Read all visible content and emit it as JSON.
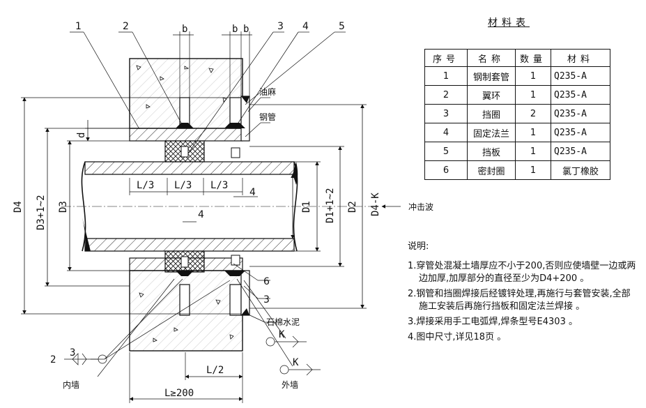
{
  "table": {
    "title": "材料表",
    "headers": [
      "序号",
      "名称",
      "数量",
      "材料"
    ],
    "rows": [
      {
        "no": "1",
        "name": "钢制套管",
        "qty": "1",
        "material": "Q235-A"
      },
      {
        "no": "2",
        "name": "翼环",
        "qty": "1",
        "material": "Q235-A"
      },
      {
        "no": "3",
        "name": "挡圈",
        "qty": "2",
        "material": "Q235-A"
      },
      {
        "no": "4",
        "name": "固定法兰",
        "qty": "1",
        "material": "Q235-A"
      },
      {
        "no": "5",
        "name": "挡板",
        "qty": "1",
        "material": "Q235-A"
      },
      {
        "no": "6",
        "name": "密封圈",
        "qty": "1",
        "material": "氯丁橡胶"
      }
    ]
  },
  "notes": {
    "title": "说明:",
    "items": [
      "1.穿管处混凝土墙厚应不小于200,否则应使墙壁一边或两边加厚,加厚部分的直径至少为D4+200 。",
      "2.钢管和挡圈焊接后经镀锌处理,再施行与套管安装,全部施工安装后再施行挡板和固定法兰焊接 。",
      "3.焊接采用手工电弧焊,焊条型号E4303 。",
      "4.图中尺寸,详见18页 。"
    ]
  },
  "drawing": {
    "callouts": [
      "1",
      "2",
      "3",
      "4",
      "5",
      "6",
      "3",
      "4",
      "4"
    ],
    "b_labels": [
      "b",
      "b",
      "b"
    ],
    "dims": {
      "d4": "D4",
      "d3tol": "D3+1~2",
      "d3": "D3",
      "d1": "D1",
      "d1tol": "D1+1~2",
      "d2": "D2",
      "d4k": "D4-K",
      "l3": "L/3",
      "l2": "L/2",
      "lmin": "L≥200",
      "d": "d"
    },
    "materials_labels": {
      "oil_hemp": "油麻",
      "steel_pipe": "钢管",
      "asbestos": "石棉水泥"
    },
    "shock_wave": "冲击波",
    "inner_wall": "内墙",
    "outer_wall": "外墙",
    "weld_marks": {
      "k1": "K",
      "k2": "K",
      "s1": "2",
      "s2": "3"
    }
  }
}
